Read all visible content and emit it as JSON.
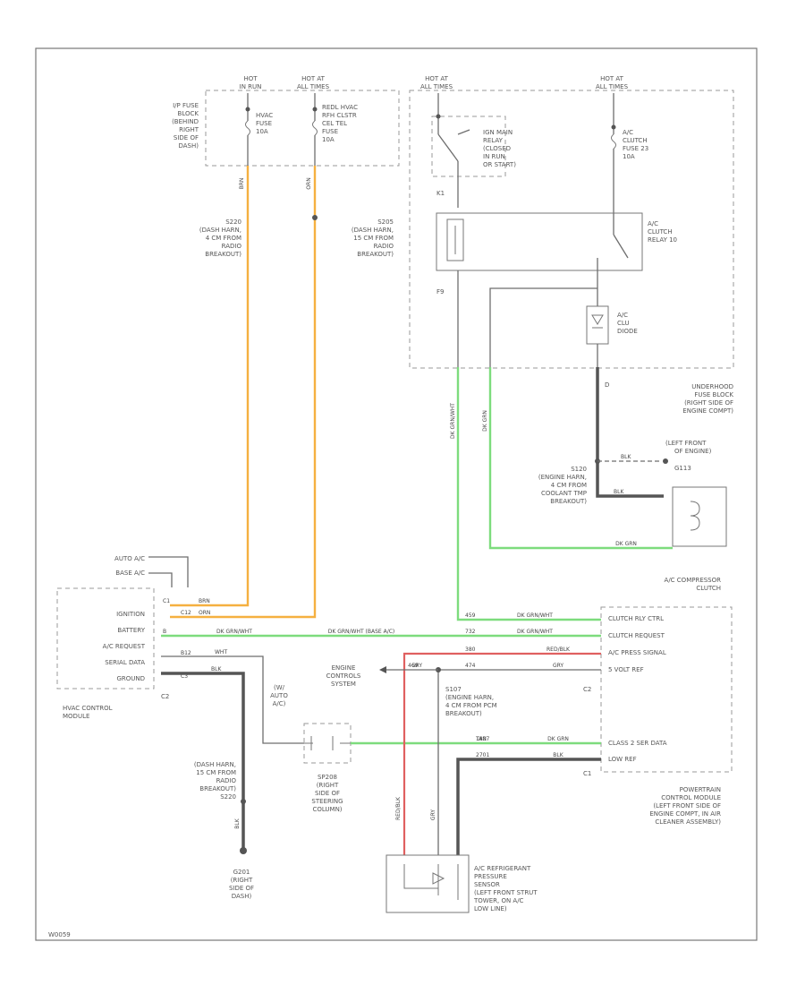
{
  "hot_labels": {
    "hot_in_run": [
      "HOT",
      "IN RUN"
    ],
    "hot_all_1": [
      "HOT AT",
      "ALL TIMES"
    ],
    "hot_all_2": [
      "HOT AT",
      "ALL TIMES"
    ],
    "hot_all_3": [
      "HOT AT",
      "ALL TIMES"
    ]
  },
  "ip_fuse_block": [
    "I/P FUSE",
    "BLOCK",
    "(BEHIND",
    "RIGHT",
    "SIDE OF",
    "DASH)"
  ],
  "fuse_hvac": [
    "HVAC",
    "FUSE",
    "10A"
  ],
  "fuse_redl": [
    "REDL HVAC",
    "RFH CLSTR",
    "CEL TEL",
    "FUSE",
    "10A"
  ],
  "ign_relay": [
    "IGN MAIN",
    "RELAY",
    "(CLOSED",
    "IN RUN",
    "OR START)"
  ],
  "ac_clutch_fuse": [
    "A/C",
    "CLUTCH",
    "FUSE 23",
    "10A"
  ],
  "ac_clutch_relay": [
    "A/C",
    "CLUTCH",
    "RELAY 10"
  ],
  "ac_clu_diode": [
    "A/C",
    "CLU",
    "DIODE"
  ],
  "underhood_fuse_block": [
    "UNDERHOOD",
    "FUSE BLOCK",
    "(RIGHT SIDE OF",
    "ENGINE COMPT)"
  ],
  "ground_g113": [
    "(LEFT FRONT",
    "OF ENGINE)",
    "G113"
  ],
  "splice_s120": [
    "S120",
    "(ENGINE HARN,",
    "4 CM FROM",
    "COOLANT TMP",
    "BREAKOUT)"
  ],
  "ac_compressor_clutch": [
    "A/C COMPRESSOR",
    "CLUTCH"
  ],
  "splice_s220": [
    "S220",
    "(DASH HARN,",
    "4 CM FROM",
    "RADIO",
    "BREAKOUT)"
  ],
  "splice_s205": [
    "S205",
    "(DASH HARN,",
    "15 CM FROM",
    "RADIO",
    "BREAKOUT)"
  ],
  "ac_sel_labels": [
    "AUTO A/C",
    "BASE A/C"
  ],
  "hvac_pins": [
    "IGNITION",
    "BATTERY",
    "A/C REQUEST",
    "SERIAL DATA",
    "GROUND"
  ],
  "hvac_pin_nums": [
    "C1",
    "C12",
    "B",
    "B12",
    "C3"
  ],
  "hvac_connector": "C2",
  "hvac_module": [
    "HVAC CONTROL",
    "MODULE"
  ],
  "wire_colors": {
    "brn": "BRN",
    "orn": "ORN",
    "dk_grn_wht": "DK GRN/WHT",
    "dk_grn": "DK GRN",
    "wht": "WHT",
    "blk": "BLK",
    "red_blk": "RED/BLK",
    "gry": "GRY",
    "tan": "TAN"
  },
  "dk_grn_wht_base": "DK GRN/WHT (BASE A/C)",
  "auto_ac_note": [
    "(W/",
    "AUTO",
    "A/C)"
  ],
  "engine_controls": [
    "ENGINE",
    "CONTROLS",
    "SYSTEM"
  ],
  "splice_s107": [
    "S107",
    "(ENGINE HARN,",
    "4 CM FROM PCM",
    "BREAKOUT)"
  ],
  "circuit_nums": [
    "459",
    "732",
    "380",
    "474",
    "1807",
    "2701",
    "469"
  ],
  "connector_c2": "C2",
  "connector_c1": "C1",
  "pcm_pins": [
    "CLUTCH RLY CTRL",
    "CLUTCH REQUEST",
    "A/C PRESS SIGNAL",
    "5 VOLT REF",
    "CLASS 2 SER DATA",
    "LOW REF"
  ],
  "pcm_module": [
    "POWERTRAIN",
    "CONTROL MODULE",
    "(LEFT FRONT SIDE OF",
    "ENGINE COMPT, IN AIR",
    "CLEANER ASSEMBLY)"
  ],
  "dlc_label": [
    "SP208",
    "(RIGHT",
    "SIDE OF",
    "STEERING",
    "COLUMN)"
  ],
  "ground_g201": [
    "G201",
    "(RIGHT",
    "SIDE OF",
    "DASH)"
  ],
  "pressure_sensor": [
    "A/C REFRIGERANT",
    "PRESSURE",
    "SENSOR",
    "(LEFT FRONT STRUT",
    "TOWER, ON A/C",
    "LOW LINE)"
  ],
  "pins": {
    "k1": "K1",
    "f9": "F9",
    "d": "D"
  },
  "code": "W0059"
}
